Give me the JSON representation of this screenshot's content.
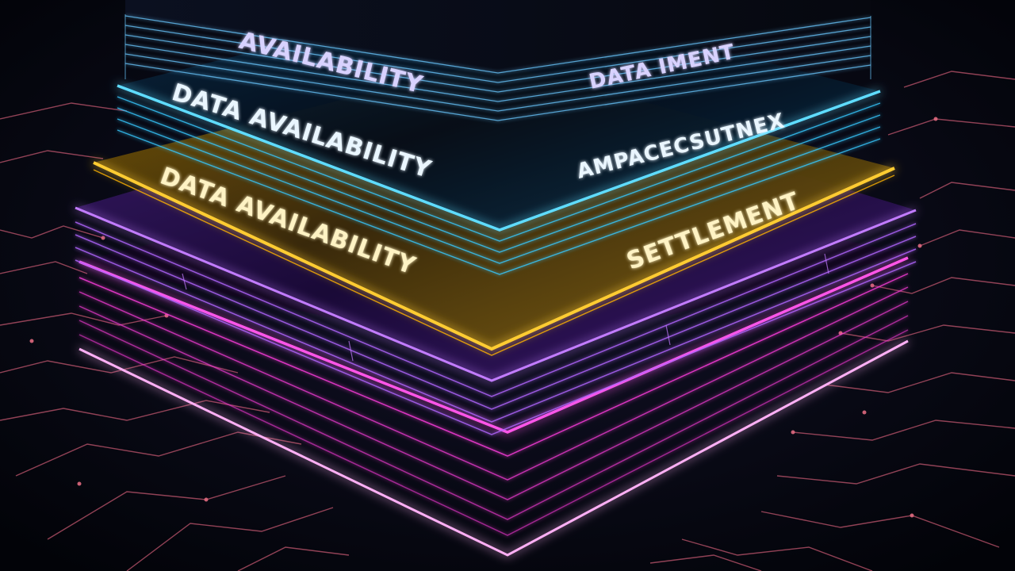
{
  "scene": {
    "labels": {
      "top_left": "AVAILABILITY",
      "top_right": "DATA IMENT",
      "cyan_left": "DATA AVAILABILITY",
      "cyan_right": "AMPACECSUTNEX",
      "gold_left": "DATA AVAILABILITY",
      "gold_right": "SETTLEMENT"
    },
    "colors": {
      "background": "#05060d",
      "circuit": "#c0566e",
      "cyan": "#37c9ff",
      "gold": "#ffc21a",
      "violet": "#a84dff",
      "magenta": "#ff3dde",
      "label_light": "#d8d2ff"
    }
  }
}
